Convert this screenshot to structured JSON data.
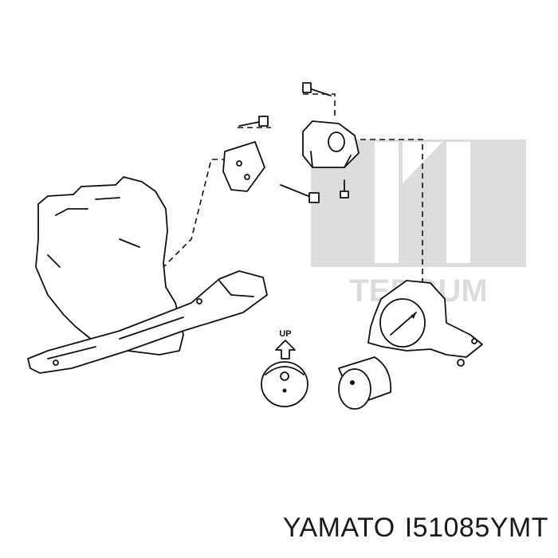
{
  "diagram": {
    "up_label": "UP",
    "watermark": "TEDGUM"
  },
  "caption": {
    "brand": "YAMATO",
    "part_number": "I51085YMT"
  },
  "colors": {
    "line": "#111111",
    "watermark": "#dcdcdc",
    "background": "#ffffff"
  }
}
